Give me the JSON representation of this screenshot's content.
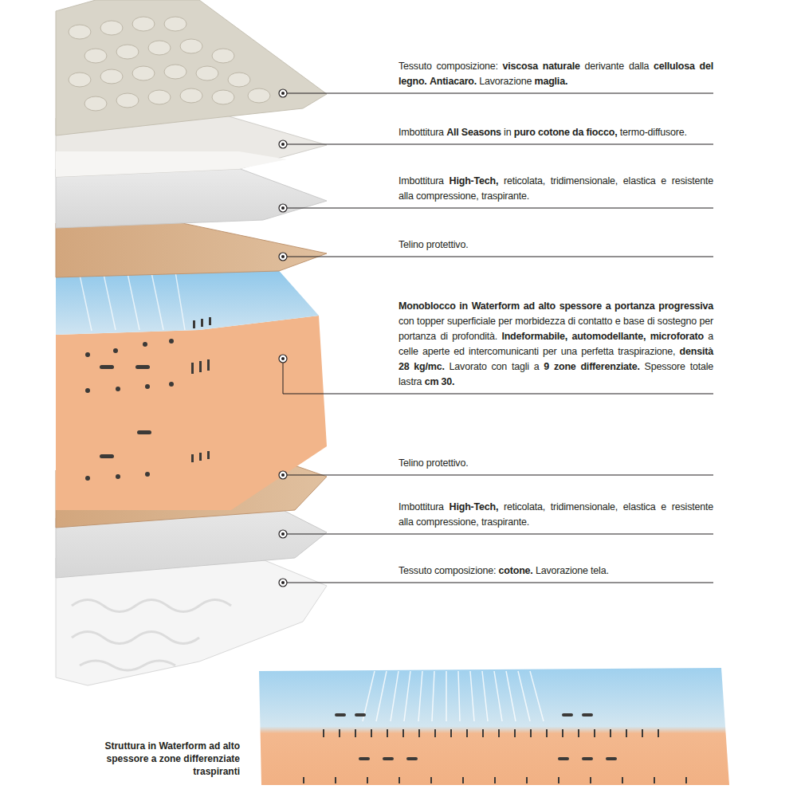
{
  "diagram": {
    "caption": "Struttura in Waterform ad alto spessore a zone differenziate traspiranti",
    "labels": [
      "Tessuto composizione: viscosa naturale derivante dalla cellulosa del legno. Antiacaro. Lavorazione maglia.",
      "Imbottitura All Seasons in puro cotone da fiocco, termo-diffusore.",
      "Imbottitura High-Tech, reticolata, tridimensionale, elastica e resistente alla compressione, traspirante.",
      "Telino protettivo.",
      "Monoblocco in Waterform ad alto spessore a portanza progressiva con topper superficiale per morbidezza di contatto e base di sostegno per portanza di profondità. Indeformabile, automodellante, microforato a celle aperte ed intercomunicanti per una perfetta traspirazione, densità 28 kg/mc. Lavorato con tagli a 9 zone differenziate. Spessore totale lastra cm 30.",
      "Telino protettivo.",
      "Imbottitura High-Tech, reticolata, tridimensionale, elastica e resistente alla compressione, traspirante.",
      "Tessuto composizione: cotone. Lavorazione tela."
    ]
  }
}
